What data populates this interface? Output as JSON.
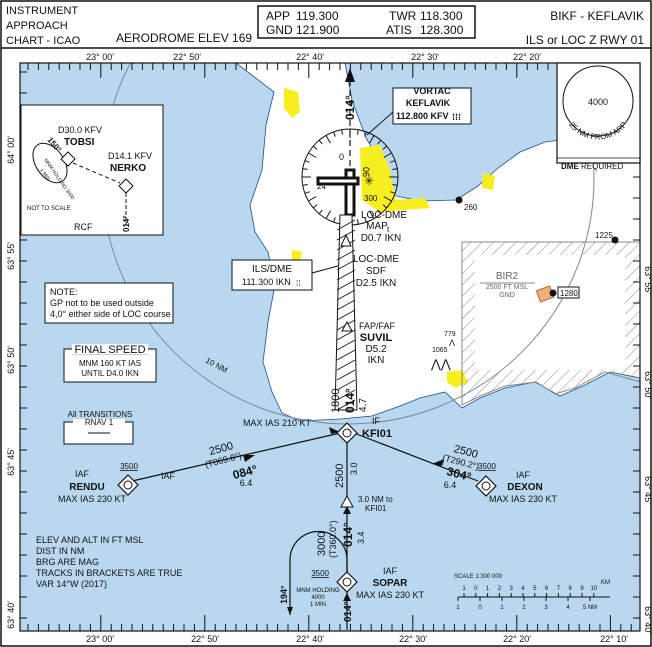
{
  "header": {
    "chart_type": [
      "INSTRUMENT",
      "APPROACH",
      "CHART - ICAO"
    ],
    "aerodrome_elev": "AERODROME ELEV 169",
    "frequencies": {
      "app_label": "APP",
      "app": "119.300",
      "gnd_label": "GND",
      "gnd": "121.900",
      "twr_label": "TWR",
      "twr": "118.300",
      "atis_label": "ATIS",
      "atis": "128.300"
    },
    "airport": "BIKF - KEFLAVIK",
    "procedure": "ILS or LOC Z RWY 01"
  },
  "grid": {
    "top_longitudes": [
      "23° 00'",
      "22° 50'",
      "22° 40'",
      "22° 30'",
      "22° 20'"
    ],
    "bottom_longitudes": [
      "23° 00'",
      "22° 50'",
      "22° 40'",
      "22° 30'",
      "22° 20'",
      "22° 10'"
    ],
    "left_latitudes": [
      "64° 00'",
      "63° 55'",
      "63° 50'",
      "63° 45'",
      "63° 40'"
    ],
    "right_latitudes": [
      "63° 55'",
      "63° 50'",
      "63° 45'",
      "63° 40'"
    ]
  },
  "msa": {
    "altitude": "4000",
    "label": "25 NM FROM ARP",
    "dme_bold": "DME",
    "dme_rest": " REQUIRED"
  },
  "inset": {
    "tobsi_dist": "D30.0 KFV",
    "tobsi": "TOBSI",
    "tobsi_course": "150°",
    "holding": "MNM HOLDING 3000",
    "holding_time": "1 MIN",
    "nerko_dist": "D14.1 KFV",
    "nerko": "NERKO",
    "not_to_scale": "NOT TO SCALE",
    "rcf": "RCF",
    "course": "014°"
  },
  "vortac": {
    "title": "VORTAC",
    "name": "KEFLAVIK",
    "freq": "112.800 KFV"
  },
  "ils": {
    "title": "ILS/DME",
    "freq": "111.300 IKN"
  },
  "note": {
    "title": "NOTE:",
    "line1": "GP not to be used outside",
    "line2": "4,0° either side of LOC course"
  },
  "final_speed": {
    "title": "FINAL SPEED",
    "line1": "MNM 160 KT IAS",
    "line2": "UNTIL D4.0 IKN"
  },
  "transitions": {
    "line1": "All TRANSITIONS",
    "line2": "RNAV 1"
  },
  "airspace": {
    "name": "BIR2",
    "upper": "2500 FT MSL",
    "lower": "GND"
  },
  "obstacles": [
    "260",
    "1225",
    "1280",
    "779",
    "1065"
  ],
  "compass": {
    "n": "0",
    "e": "06",
    "w": "24",
    "s": "300"
  },
  "map_fix": {
    "title": "LOC-DME",
    "name": "MAP",
    "sub": "t",
    "dist": "D0.7 IKN"
  },
  "sdf": {
    "title": "LOC-DME",
    "name": "SDF",
    "dist": "D2.5 IKN"
  },
  "faf": {
    "title": "FAP/FAF",
    "name": "SUVIL",
    "dist": "D5.2",
    "ref": "IKN"
  },
  "final_course": {
    "alt": "1800",
    "course": "014°",
    "dist": "4.7",
    "top_course": "014°"
  },
  "if": {
    "label": "IF",
    "name": "KFI01",
    "speed": "MAX IAS 210 KT"
  },
  "ring": {
    "label": "10 NM"
  },
  "rendu": {
    "label": "IAF",
    "name": "RENDU",
    "speed": "MAX IAS 230 KT",
    "min_alt": "3500",
    "alt": "2500",
    "track": "(T069.8°)",
    "course": "084°",
    "dist": "6.4"
  },
  "dexon": {
    "label": "IAF",
    "name": "DEXON",
    "speed": "MAX IAS 230 KT",
    "min_alt": "3500",
    "alt": "2500",
    "track": "(T290.2°)",
    "course": "304°",
    "dist": "6.4"
  },
  "south_leg": {
    "alt": "2500",
    "dist": "3.0",
    "note1": "3.0 NM to",
    "note2": "KFI01"
  },
  "sopar": {
    "label": "IAF",
    "name": "SOPAR",
    "speed": "MAX IAS 230 KT",
    "min_alt": "3500",
    "alt": "3000",
    "track": "(T360.0°)",
    "course": "014°",
    "dist": "3.4",
    "inbound": "014°",
    "outbound": "194°",
    "holding1": "MNM HOLDING",
    "holding2": "4000",
    "holding3": "1 MIN"
  },
  "legend": [
    "ELEV AND ALT IN FT MSL",
    "DIST IN NM",
    "BRG ARE MAG",
    "TRACKS IN BRACKETS ARE TRUE",
    "VAR 14°W (2017)"
  ],
  "scale": {
    "title": "SCALE 1:300 000",
    "km_unit": "KM",
    "km_ticks": [
      "1",
      "0",
      "1",
      "2",
      "3",
      "4",
      "5",
      "6",
      "7",
      "8",
      "9",
      "10"
    ],
    "nm_ticks": [
      "1",
      "0",
      "1",
      "2",
      "3",
      "4",
      "5 NM"
    ]
  },
  "colors": {
    "water": "#b9d8f0",
    "land": "#ffffff",
    "urban": "#f6ee1f",
    "ink": "#111111",
    "ring": "#7a8a96"
  }
}
